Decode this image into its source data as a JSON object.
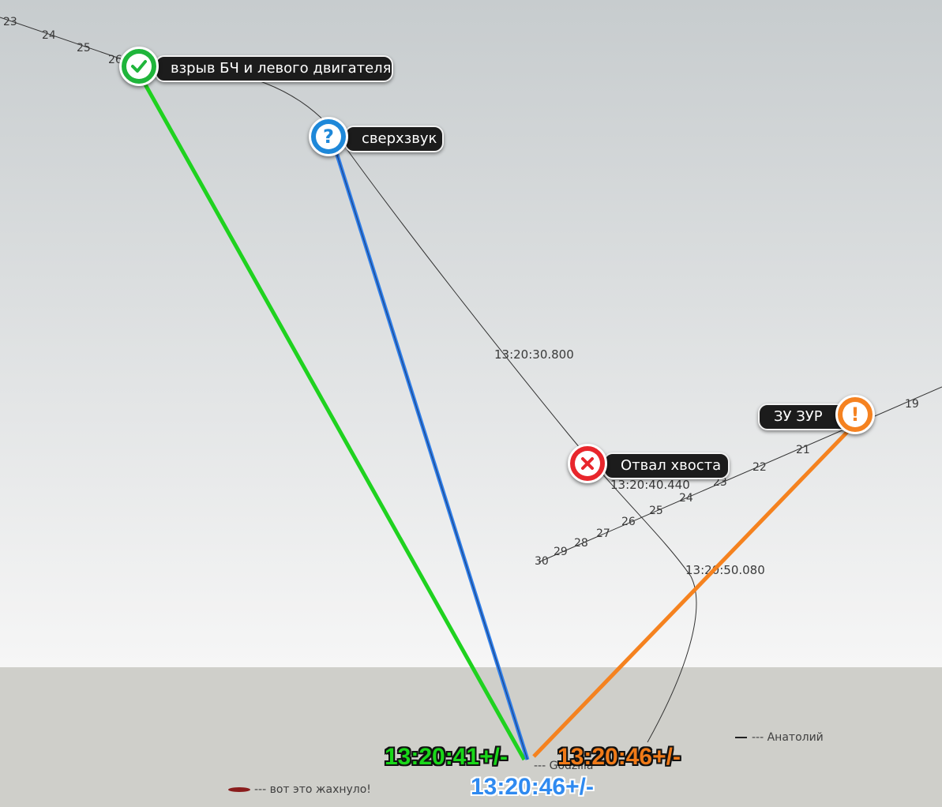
{
  "markers": {
    "m1": {
      "label": "взрыв БЧ и левого двигателя",
      "icon": "check-icon",
      "color": "#1fb53b"
    },
    "m2": {
      "label": "сверхзвук",
      "icon": "question-icon",
      "glyph": "?",
      "color": "#1e88d9"
    },
    "m3": {
      "label": "Отвал хвоста",
      "icon": "cross-icon",
      "color": "#e8262c"
    },
    "m4": {
      "label": "ЗУ ЗУР",
      "icon": "exclamation-icon",
      "glyph": "!",
      "color": "#f58220"
    }
  },
  "track_a_ticks": [
    "23",
    "24",
    "25",
    "26"
  ],
  "track_b_ticks": [
    "19",
    "21",
    "22",
    "23",
    "24",
    "25",
    "26",
    "27",
    "28",
    "29",
    "30"
  ],
  "timestamps": {
    "t1": "13:20:30.800",
    "t2": "13:20:40.440",
    "t3": "13:20:50.080"
  },
  "impact_times": {
    "green": {
      "text": "13:20:41+/-",
      "color": "#19d719"
    },
    "orange": {
      "text": "13:20:46+/-",
      "color": "#f07a18"
    },
    "blue": {
      "text": "13:20:46+/-",
      "color": "#2f8af0"
    }
  },
  "legend": {
    "anatoly": "--- Анатолий",
    "godzilla": "--- Godzilla",
    "boom": "--- вот это жахнуло!"
  },
  "colors": {
    "ground": "#cfcfca",
    "sky_top": "#c7ccce",
    "sky_bottom": "#f6f6f6",
    "green_line": "#1fd21f",
    "blue_line": "#2f7ee8",
    "orange_line": "#f5821f"
  }
}
